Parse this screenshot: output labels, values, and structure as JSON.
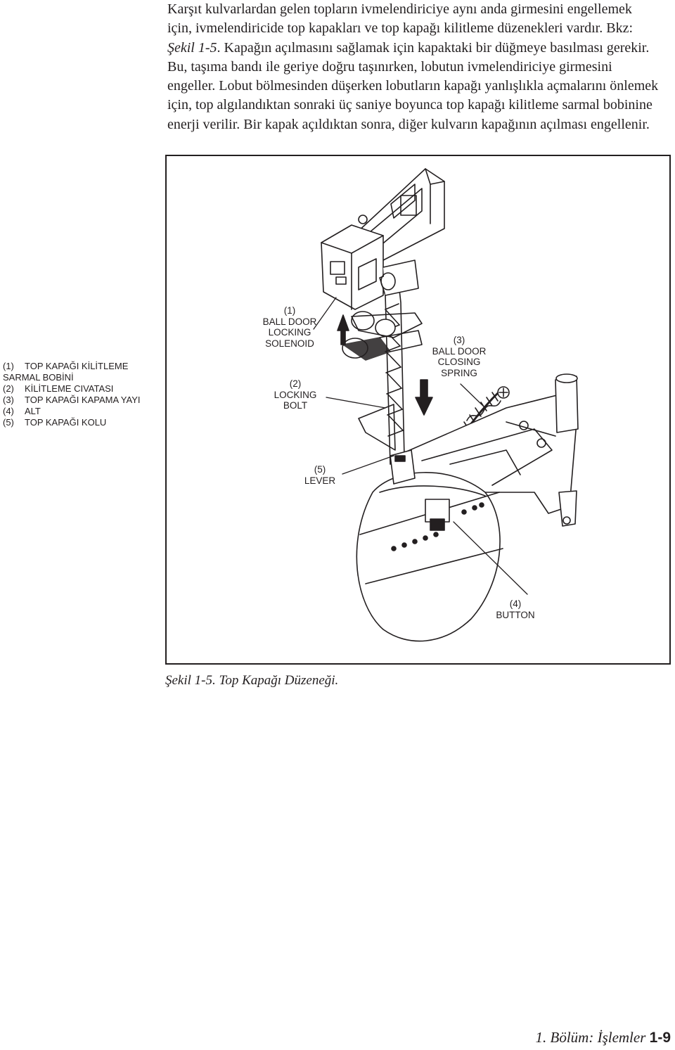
{
  "paragraph": {
    "text_before": "Karşıt kulvarlardan gelen topların ivmelendiriciye aynı anda girmesini engellemek için, ivmelendiricide top kapakları ve top kapağı kilitleme düzenekleri vardır. Bkz: ",
    "figure_ref": "Şekil 1-5",
    "text_after": ". Kapağın açılmasını sağlamak için kapaktaki bir düğmeye basılması gerekir. Bu, taşıma bandı ile geriye doğru taşınırken, lobutun ivmelendiriciye girmesini engeller. Lobut bölmesinden düşerken lobutların kapağı yanlışlıkla açmalarını önlemek için, top algılandıktan sonraki üç saniye boyunca top kapağı kilitleme sarmal bobinine enerji verilir. Bir kapak açıldıktan sonra, diğer kulvarın kapağının açılması engellenir."
  },
  "legend": [
    {
      "num": "(1)",
      "lines": [
        "TOP KAPAĞI KİLİTLEME",
        "SARMAL BOBİNİ"
      ]
    },
    {
      "num": "(2)",
      "lines": [
        "KİLİTLEME CIVATASI"
      ]
    },
    {
      "num": "(3)",
      "lines": [
        "TOP KAPAĞI KAPAMA YAYI"
      ]
    },
    {
      "num": "(4)",
      "lines": [
        "ALT"
      ]
    },
    {
      "num": "(5)",
      "lines": [
        "TOP KAPAĞI KOLU"
      ]
    }
  ],
  "callouts": {
    "solenoid": "(1)\nBALL DOOR\nLOCKING\nSOLENOID",
    "bolt": "(2)\nLOCKING\nBOLT",
    "spring": "(3)\nBALL DOOR\nCLOSING\nSPRING",
    "button": "(4)\nBUTTON",
    "lever": "(5)\nLEVER"
  },
  "caption": "Şekil 1-5. Top Kapağı Düzeneği.",
  "footer": {
    "chapter": "1. Bölüm: İşlemler",
    "page": "1-9"
  }
}
